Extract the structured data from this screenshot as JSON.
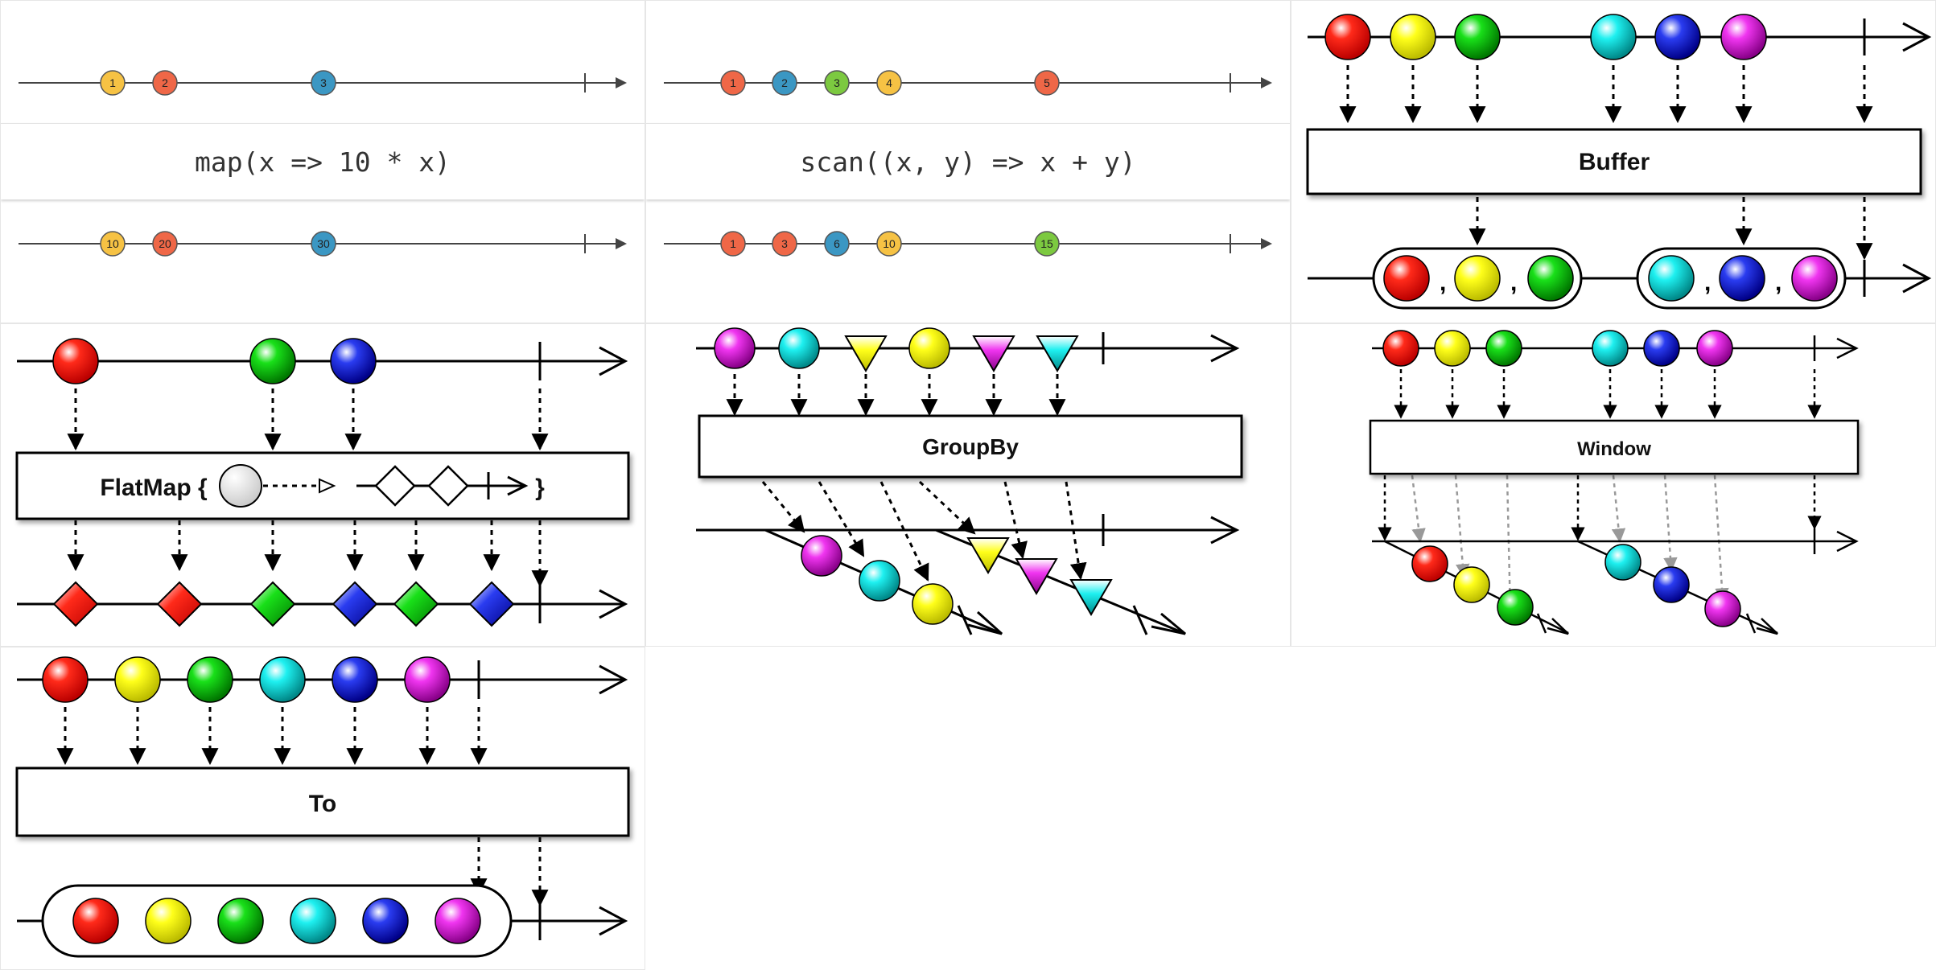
{
  "panels": {
    "map": {
      "operator": "map(x => 10 * x)",
      "input": [
        "1",
        "2",
        "3"
      ],
      "output": [
        "10",
        "20",
        "30"
      ],
      "colors": [
        "#f6c244",
        "#ef6747",
        "#3b97c3"
      ]
    },
    "scan": {
      "operator": "scan((x, y) => x + y)",
      "input": [
        "1",
        "2",
        "3",
        "4",
        "5"
      ],
      "output": [
        "1",
        "3",
        "6",
        "10",
        "15"
      ],
      "colors": [
        "#ef6747",
        "#3b97c3",
        "#7cc940",
        "#f6c244",
        "#ef6747"
      ],
      "output_colors": [
        "#ef6747",
        "#ef6747",
        "#3b97c3",
        "#f6c244",
        "#7cc940"
      ]
    },
    "buffer": {
      "operator": "Buffer"
    },
    "flatmap": {
      "operator_open": "FlatMap {",
      "operator_close": "}"
    },
    "groupby": {
      "operator": "GroupBy"
    },
    "window": {
      "operator": "Window"
    },
    "to": {
      "operator": "To"
    }
  },
  "marble_colors": {
    "red": "#ff2a1a",
    "yellow": "#ffff1a",
    "green": "#19e019",
    "cyan": "#1ef0f0",
    "blue": "#2a3cf0",
    "magenta": "#f035f0"
  }
}
